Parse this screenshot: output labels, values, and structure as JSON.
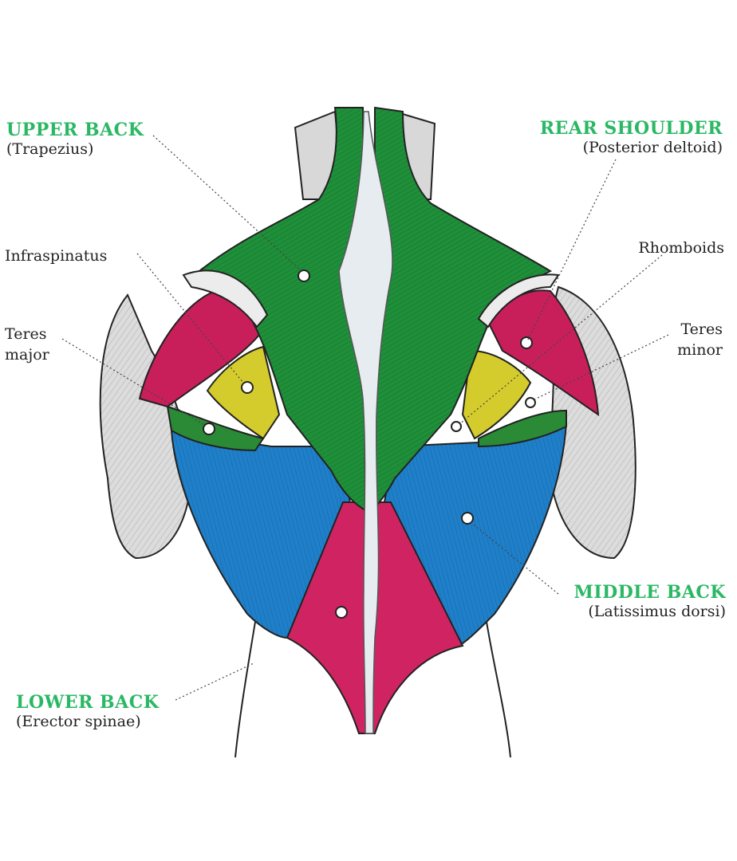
{
  "colors": {
    "trapezius": "#1f8f3a",
    "latissimus": "#1f7fc8",
    "erector": "#d02462",
    "deltoid": "#c81f5a",
    "teres_major": "#2a8a36",
    "teres_minor": "#d4cc2c",
    "label_green": "#2bb864",
    "spine": "#e6ecef",
    "arm": "#dadada",
    "outline": "#222222"
  },
  "labels": {
    "upper_back": {
      "title": "UPPER BACK",
      "subtitle": "(Trapezius)"
    },
    "rear_shoulder": {
      "title": "REAR SHOULDER",
      "subtitle": "(Posterior deltoid)"
    },
    "infraspinatus": "Infraspinatus",
    "rhomboids": "Rhomboids",
    "teres_major": [
      "Teres",
      "major"
    ],
    "teres_minor": [
      "Teres",
      "minor"
    ],
    "middle_back": {
      "title": "MIDDLE BACK",
      "subtitle": "(Latissimus dorsi)"
    },
    "lower_back": {
      "title": "LOWER BACK",
      "subtitle": "(Erector spinae)"
    }
  }
}
